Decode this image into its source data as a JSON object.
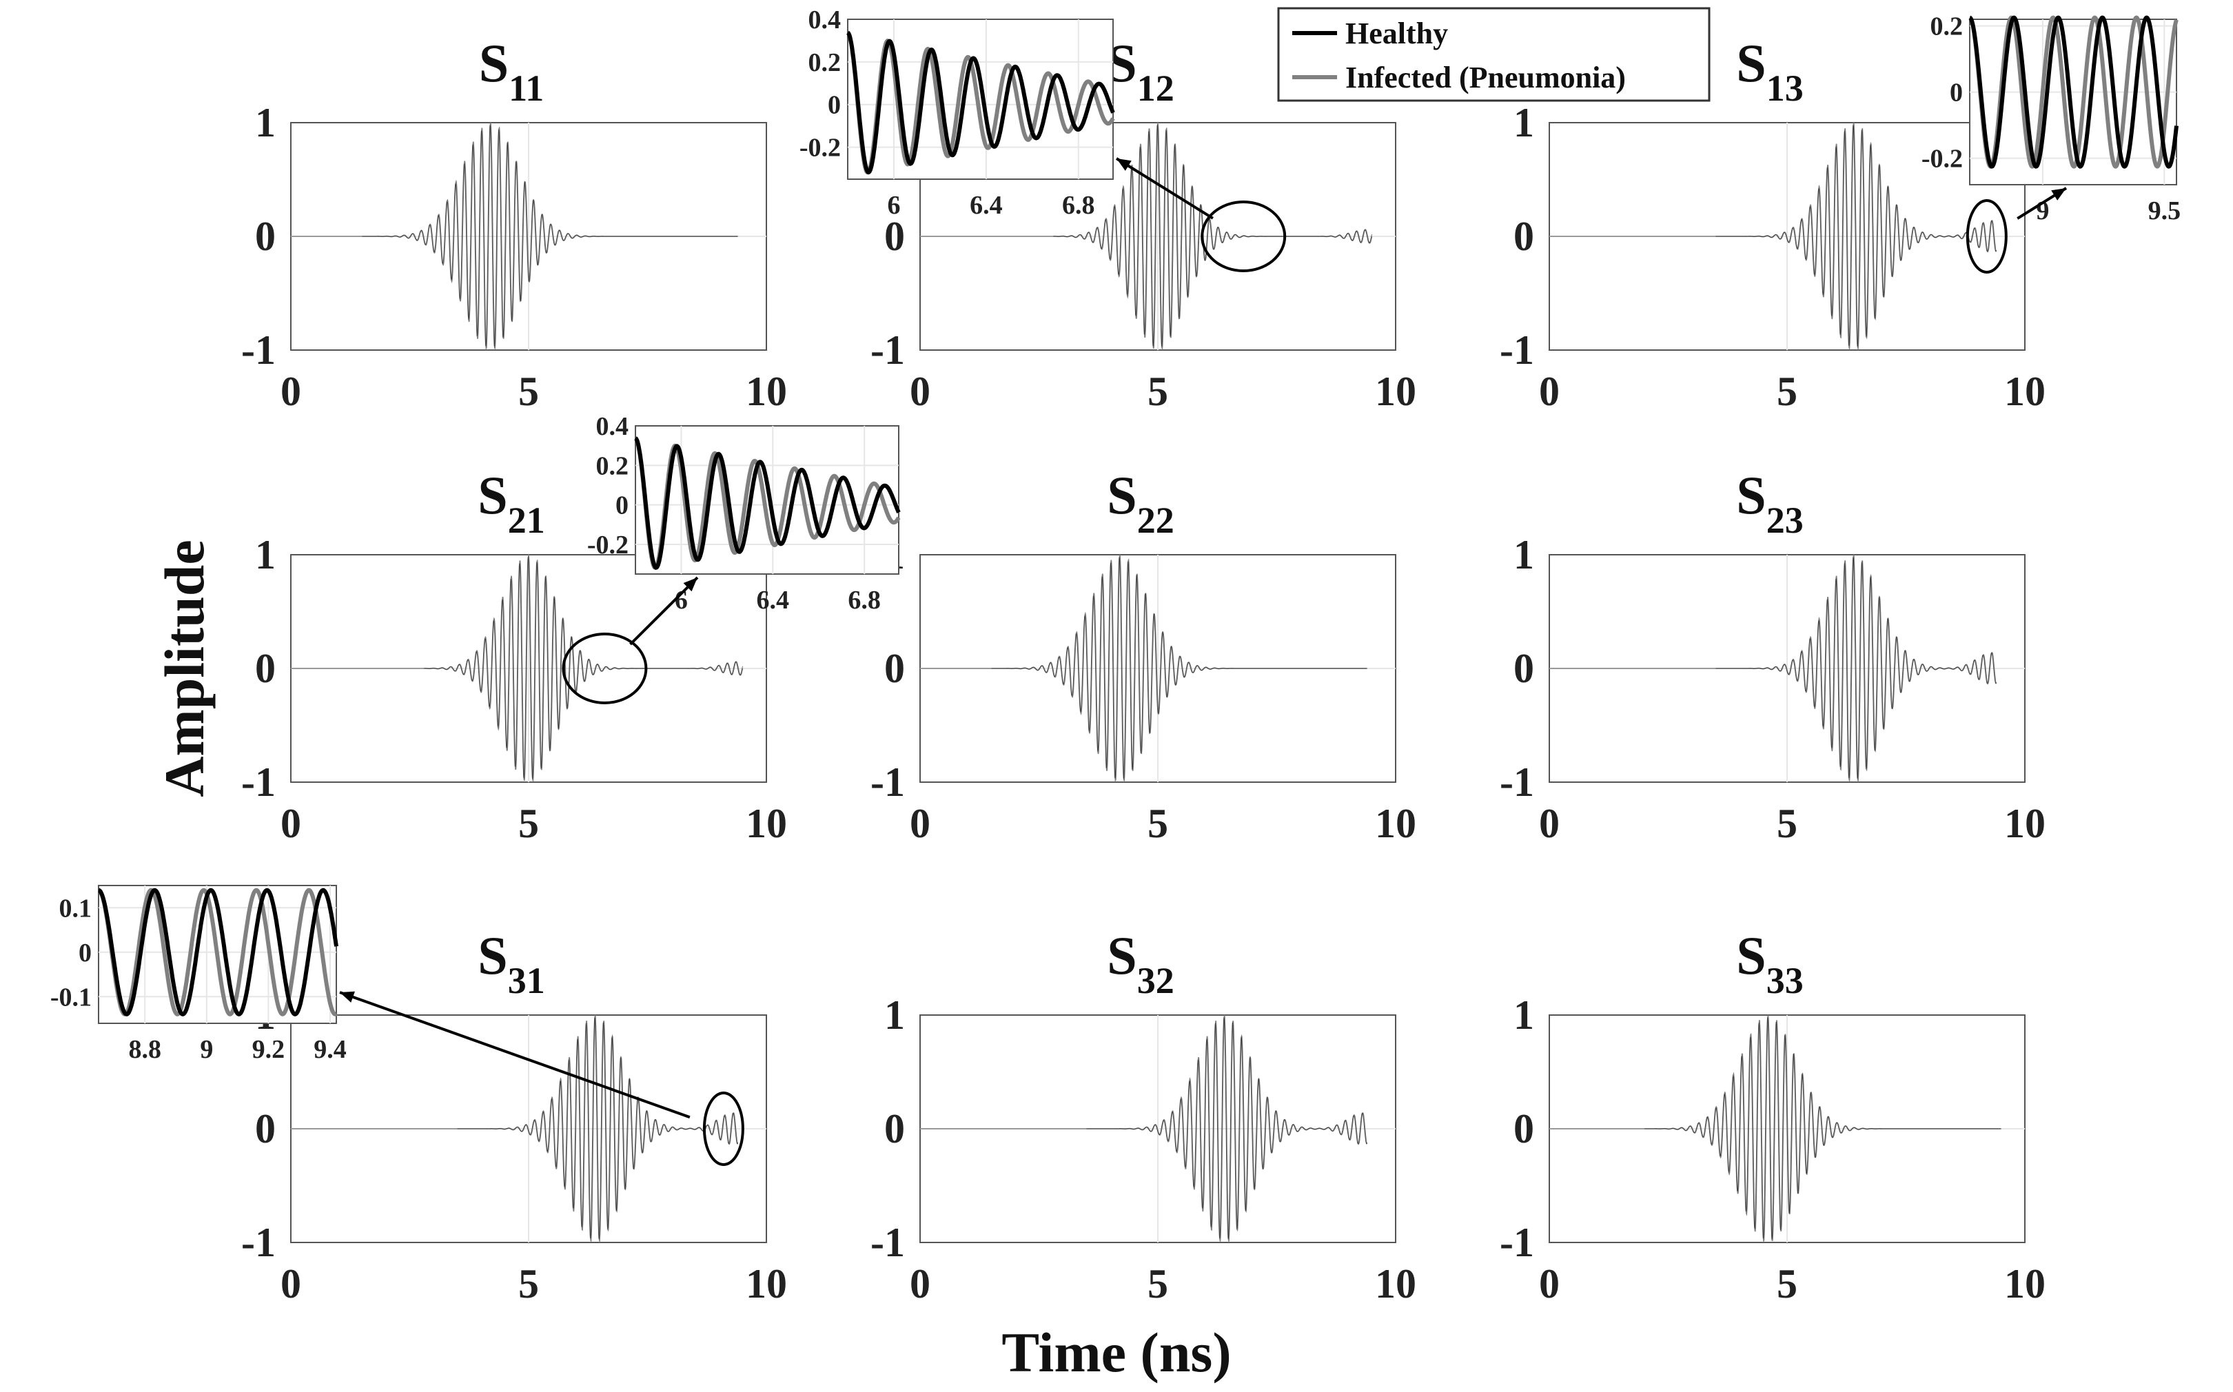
{
  "figure": {
    "xlabel": "Time (ns)",
    "ylabel": "Amplitude"
  },
  "legend": {
    "placement": "top-center",
    "entries": [
      {
        "name": "Healthy",
        "color": "#000000"
      },
      {
        "name": "Infected (Pneumonia)",
        "color": "#808080"
      }
    ]
  },
  "chart_data": [
    {
      "type": "line",
      "title": "S",
      "subscript": "11",
      "xlim": [
        0,
        10
      ],
      "ylim": [
        -1,
        1
      ],
      "x_ticks": [
        "0",
        "5",
        "10"
      ],
      "y_ticks": [
        "-1",
        "0",
        "1"
      ],
      "grid": true,
      "burst": {
        "center": 4.2,
        "width": 0.85,
        "freq": 5.5,
        "start": 1.5,
        "end": 9.4,
        "tail": 0
      }
    },
    {
      "type": "line",
      "title": "S",
      "subscript": "12",
      "xlim": [
        0,
        10
      ],
      "ylim": [
        -1,
        1
      ],
      "x_ticks": [
        "0",
        "5",
        "10"
      ],
      "y_ticks": [
        "-1",
        "0",
        "1"
      ],
      "grid": true,
      "burst": {
        "center": 5.0,
        "width": 0.8,
        "freq": 5.5,
        "start": 2.8,
        "end": 9.5,
        "tail": 0.06
      },
      "inset": {
        "xlim": [
          5.8,
          6.95
        ],
        "ylim": [
          -0.35,
          0.4
        ],
        "x_ticks": [
          "6",
          "6.4",
          "6.8"
        ],
        "y_ticks": [
          "0.4",
          "0.2",
          "0",
          "-0.2"
        ],
        "zoom_center": 6.8
      }
    },
    {
      "type": "line",
      "title": "S",
      "subscript": "13",
      "xlim": [
        0,
        10
      ],
      "ylim": [
        -1,
        1
      ],
      "x_ticks": [
        "0",
        "5",
        "10"
      ],
      "y_ticks": [
        "-1",
        "0",
        "1"
      ],
      "grid": true,
      "burst": {
        "center": 6.4,
        "width": 0.8,
        "freq": 5.5,
        "start": 3.5,
        "end": 9.4,
        "tail": 0.14
      },
      "inset": {
        "xlim": [
          8.7,
          9.55
        ],
        "ylim": [
          -0.28,
          0.22
        ],
        "x_ticks": [
          "9",
          "9.5"
        ],
        "y_ticks": [
          "0.2",
          "0",
          "-0.2"
        ],
        "zoom_center": 9.2
      }
    },
    {
      "type": "line",
      "title": "S",
      "subscript": "21",
      "xlim": [
        0,
        10
      ],
      "ylim": [
        -1,
        1
      ],
      "x_ticks": [
        "0",
        "5",
        "10"
      ],
      "y_ticks": [
        "-1",
        "0",
        "1"
      ],
      "grid": true,
      "burst": {
        "center": 5.0,
        "width": 0.8,
        "freq": 5.5,
        "start": 2.8,
        "end": 9.5,
        "tail": 0.06
      },
      "inset": {
        "xlim": [
          5.8,
          6.95
        ],
        "ylim": [
          -0.35,
          0.4
        ],
        "x_ticks": [
          "6",
          "6.4",
          "6.8"
        ],
        "y_ticks": [
          "0.4",
          "0.2",
          "0",
          "-0.2"
        ],
        "zoom_center": 6.6
      }
    },
    {
      "type": "line",
      "title": "S",
      "subscript": "22",
      "xlim": [
        0,
        10
      ],
      "ylim": [
        -1,
        1
      ],
      "x_ticks": [
        "0",
        "5",
        "10"
      ],
      "y_ticks": [
        "-1",
        "0",
        "1"
      ],
      "grid": true,
      "burst": {
        "center": 4.2,
        "width": 0.85,
        "freq": 5.5,
        "start": 1.5,
        "end": 9.4,
        "tail": 0
      }
    },
    {
      "type": "line",
      "title": "S",
      "subscript": "23",
      "xlim": [
        0,
        10
      ],
      "ylim": [
        -1,
        1
      ],
      "x_ticks": [
        "0",
        "5",
        "10"
      ],
      "y_ticks": [
        "-1",
        "0",
        "1"
      ],
      "grid": true,
      "burst": {
        "center": 6.4,
        "width": 0.8,
        "freq": 5.5,
        "start": 3.5,
        "end": 9.4,
        "tail": 0.14
      }
    },
    {
      "type": "line",
      "title": "S",
      "subscript": "31",
      "xlim": [
        0,
        10
      ],
      "ylim": [
        -1,
        1
      ],
      "x_ticks": [
        "0",
        "5",
        "10"
      ],
      "y_ticks": [
        "-1",
        "0",
        "1"
      ],
      "grid": true,
      "burst": {
        "center": 6.4,
        "width": 0.8,
        "freq": 5.5,
        "start": 3.5,
        "end": 9.4,
        "tail": 0.14
      },
      "inset": {
        "xlim": [
          8.65,
          9.42
        ],
        "ylim": [
          -0.16,
          0.15
        ],
        "x_ticks": [
          "8.8",
          "9",
          "9.2",
          "9.4"
        ],
        "y_ticks": [
          "0.1",
          "0",
          "-0.1"
        ],
        "zoom_center": 9.1
      }
    },
    {
      "type": "line",
      "title": "S",
      "subscript": "32",
      "xlim": [
        0,
        10
      ],
      "ylim": [
        -1,
        1
      ],
      "x_ticks": [
        "0",
        "5",
        "10"
      ],
      "y_ticks": [
        "-1",
        "0",
        "1"
      ],
      "grid": true,
      "burst": {
        "center": 6.4,
        "width": 0.8,
        "freq": 5.5,
        "start": 3.5,
        "end": 9.4,
        "tail": 0.14
      }
    },
    {
      "type": "line",
      "title": "S",
      "subscript": "33",
      "xlim": [
        0,
        10
      ],
      "ylim": [
        -1,
        1
      ],
      "x_ticks": [
        "0",
        "5",
        "10"
      ],
      "y_ticks": [
        "-1",
        "0",
        "1"
      ],
      "grid": true,
      "burst": {
        "center": 4.6,
        "width": 0.85,
        "freq": 5.5,
        "start": 2.0,
        "end": 9.5,
        "tail": 0
      }
    }
  ]
}
